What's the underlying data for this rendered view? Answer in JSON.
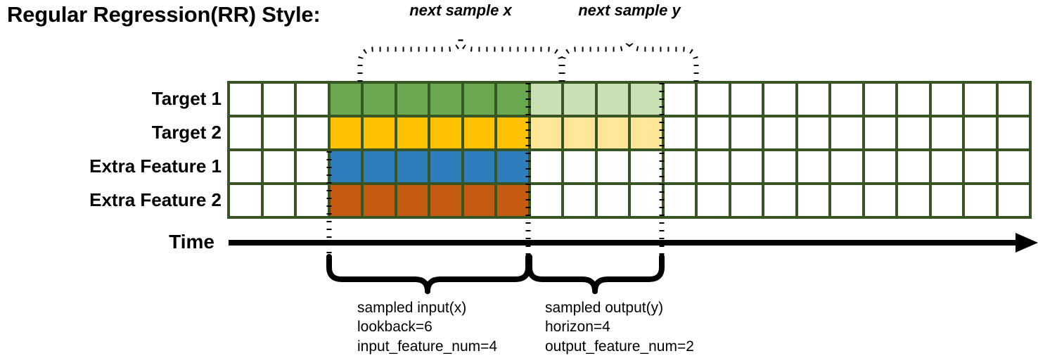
{
  "title": "Regular Regression(RR) Style:",
  "rows": [
    {
      "label": "Target 1",
      "name": "target-1"
    },
    {
      "label": "Target 2",
      "name": "target-2"
    },
    {
      "label": "Extra Feature 1",
      "name": "extra-feature-1"
    },
    {
      "label": "Extra Feature 2",
      "name": "extra-feature-2"
    }
  ],
  "grid": {
    "columns": 24,
    "rows": 4,
    "lookback_start_col": 3,
    "lookback_cols": 6,
    "horizon_start_col": 9,
    "horizon_cols": 4,
    "border_color": "#375623",
    "empty_color": "#ffffff",
    "row_fills": [
      {
        "input": "#6aa84f",
        "output": "#c8e0b4"
      },
      {
        "input": "#fdc100",
        "output": "#ffe699"
      },
      {
        "input": "#2e7ebb",
        "output": "#ffffff"
      },
      {
        "input": "#c55a11",
        "output": "#ffffff"
      }
    ]
  },
  "top_braces": [
    {
      "label": "next sample x",
      "name": "next-sample-x"
    },
    {
      "label": "next sample y",
      "name": "next-sample-y"
    }
  ],
  "axis": {
    "label": "Time"
  },
  "bottom_braces": [
    {
      "name": "sampled-input",
      "lines": [
        "sampled input(x)",
        "lookback=6",
        "input_feature_num=4"
      ]
    },
    {
      "name": "sampled-output",
      "lines": [
        "sampled output(y)",
        "horizon=4",
        "output_feature_num=2"
      ]
    }
  ]
}
